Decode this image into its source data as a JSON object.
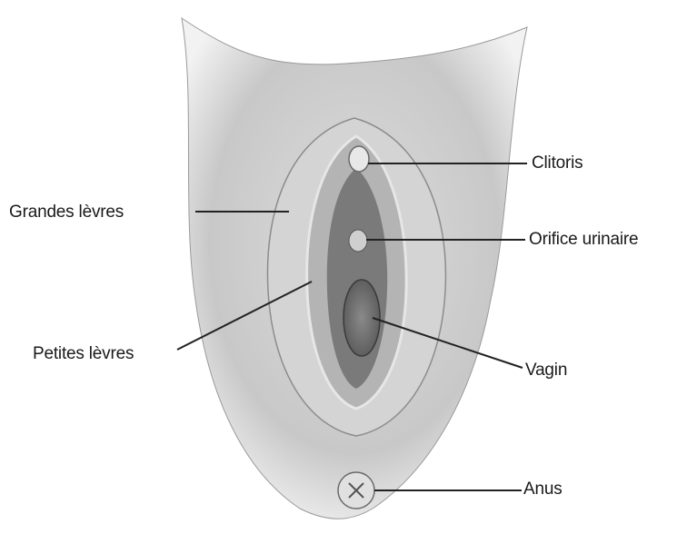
{
  "labels": {
    "clitoris": "Clitoris",
    "grandes_levres": "Grandes lèvres",
    "orifice_urinaire": "Orifice urinaire",
    "petites_levres": "Petites lèvres",
    "vagin": "Vagin",
    "anus": "Anus"
  },
  "colors": {
    "background": "#ffffff",
    "illustration_tone": "#b8b8b8",
    "label_text": "#1a1a1a",
    "leader_line": "#222222"
  }
}
